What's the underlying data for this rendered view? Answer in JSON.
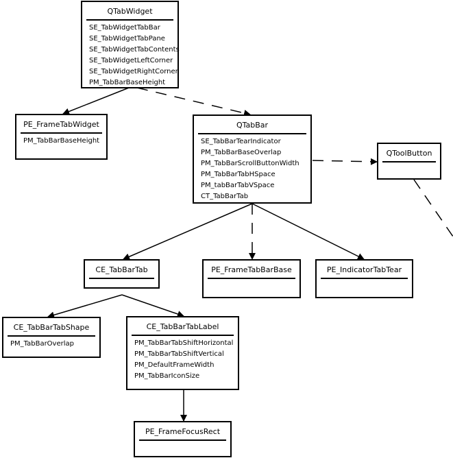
{
  "nodes": {
    "qtabwidget": {
      "title": "QTabWidget",
      "items": [
        "SE_TabWidgetTabBar",
        "SE_TabWidgetTabPane",
        "SE_TabWidgetTabContents",
        "SE_TabWidgetLeftCorner",
        "SE_TabWidgetRightCorner",
        "PM_TabBarBaseHeight"
      ]
    },
    "pe_frametabwidget": {
      "title": "PE_FrameTabWidget",
      "items": [
        "PM_TabBarBaseHeight"
      ]
    },
    "qtabbar": {
      "title": "QTabBar",
      "items": [
        "SE_TabBarTearIndicator",
        "PM_TabBarBaseOverlap",
        "PM_TabBarScrollButtonWidth",
        "PM_TabBarTabHSpace",
        "PM_tabBarTabVSpace",
        "CT_TabBarTab"
      ]
    },
    "qtoolbutton": {
      "title": "QToolButton",
      "items": []
    },
    "ce_tabbartab": {
      "title": "CE_TabBarTab",
      "items": []
    },
    "pe_frametabbarbase": {
      "title": "PE_FrameTabBarBase",
      "items": []
    },
    "pe_indicatortabtear": {
      "title": "PE_IndicatorTabTear",
      "items": []
    },
    "ce_tabbartabshape": {
      "title": "CE_TabBarTabShape",
      "items": [
        "PM_TabBarOverlap"
      ]
    },
    "ce_tabbartablabel": {
      "title": "CE_TabBarTabLabel",
      "items": [
        "PM_TabBarTabShiftHorizontal",
        "PM_TabBarTabShiftVertical",
        "PM_DefaultFrameWidth",
        "PM_TabBarIconSize"
      ]
    },
    "pe_framefocusrect": {
      "title": "PE_FrameFocusRect",
      "items": []
    }
  },
  "edges": [
    {
      "from": "qtabwidget",
      "to": "pe_frametabwidget",
      "style": "solid"
    },
    {
      "from": "qtabwidget",
      "to": "qtabbar",
      "style": "dashed"
    },
    {
      "from": "qtabbar",
      "to": "qtoolbutton",
      "style": "dashed"
    },
    {
      "from": "qtoolbutton",
      "to": "offscreen",
      "style": "dashed"
    },
    {
      "from": "qtabbar",
      "to": "ce_tabbartab",
      "style": "solid"
    },
    {
      "from": "qtabbar",
      "to": "pe_frametabbarbase",
      "style": "dashed"
    },
    {
      "from": "qtabbar",
      "to": "pe_indicatortabtear",
      "style": "solid"
    },
    {
      "from": "ce_tabbartab",
      "to": "ce_tabbartabshape",
      "style": "solid"
    },
    {
      "from": "ce_tabbartab",
      "to": "ce_tabbartablabel",
      "style": "solid"
    },
    {
      "from": "ce_tabbartablabel",
      "to": "pe_framefocusrect",
      "style": "solid"
    }
  ]
}
